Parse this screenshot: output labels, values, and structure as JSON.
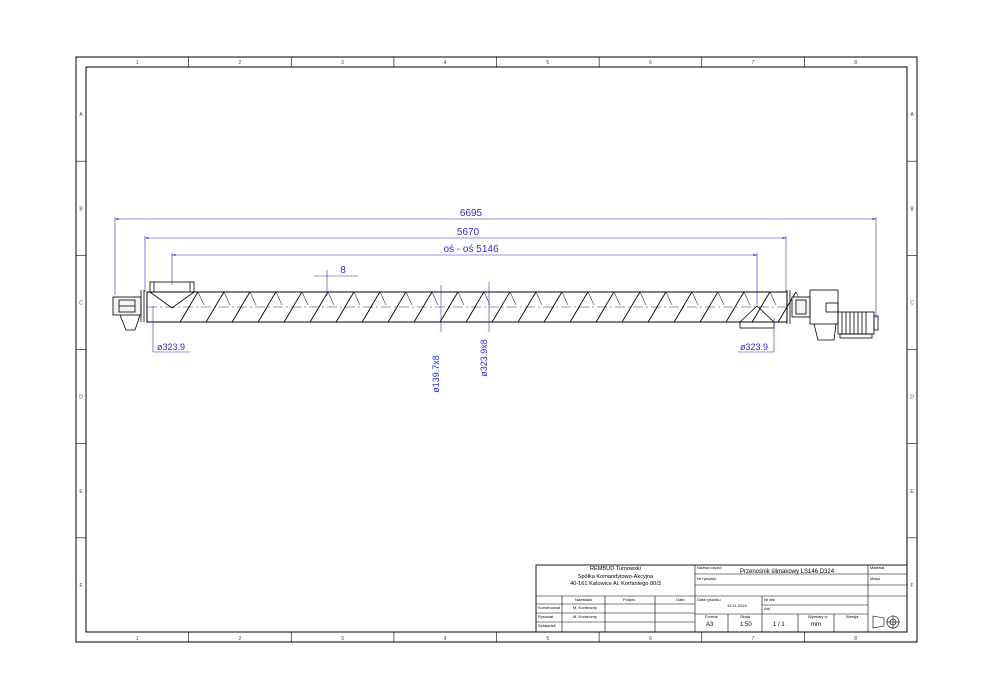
{
  "frame": {
    "columns": [
      "1",
      "2",
      "3",
      "4",
      "5",
      "6",
      "7",
      "8"
    ],
    "rows": [
      "A",
      "B",
      "C",
      "D",
      "E",
      "F"
    ]
  },
  "dimensions": {
    "overall_length": "6695",
    "inlet_outlet_distance": "5670",
    "axis_distance": "oś - oś 5146",
    "pitch_marker": "8",
    "inlet_diameter": "ø323.9",
    "outlet_diameter": "ø323.9",
    "shaft": "ø139.7x8",
    "tube": "ø323.9x8"
  },
  "title_block": {
    "company": {
      "line1": "REMBUD Turnowski",
      "line2": "Spółka Komandytowo-Akcyjna",
      "line3": "40-161 Katowice Al. Korfantego 80/3"
    },
    "headers": {
      "name": "Nazwisko",
      "signature": "Podpis",
      "date": "Data"
    },
    "roles": [
      {
        "role": "Konstruował",
        "name": "M. Konieczny"
      },
      {
        "role": "Rysował",
        "name": "M. Konieczny"
      },
      {
        "role": "Sprawdził",
        "name": ""
      }
    ],
    "part_name_label": "Nazwa części",
    "part_name": "Przenośnik ślimakowy LS146 D324",
    "drawing_no_label": "Nr rysunku",
    "drawing_date_label": "Data rysunku",
    "drawing_date": "19.11.2015",
    "material_label": "Materiał",
    "mass_label": "Masa",
    "sheet_no_label": "Nr ark",
    "sheet_label": "Ark",
    "labels": {
      "format": "Format",
      "scale": "Skala",
      "units": "Wymiary w",
      "version": "Wersja"
    },
    "values": {
      "format": "A3",
      "scale": "1:50",
      "sheet": "1 / 1",
      "units": "mm"
    }
  }
}
